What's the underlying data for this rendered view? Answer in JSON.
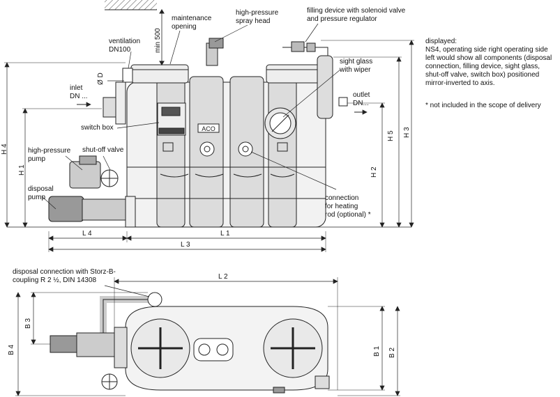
{
  "labels": {
    "maintenance_opening_1": "maintenance",
    "maintenance_opening_2": "opening",
    "high_pressure_spray_1": "high-pressure",
    "high_pressure_spray_2": "spray head",
    "filling_device_1": "filling device with solenoid valve",
    "filling_device_2": "and pressure regulator",
    "ventilation_1": "ventilation",
    "ventilation_2": "DN100",
    "min500": "min 500",
    "dia_d": "Ø D",
    "inlet_1": "inlet",
    "inlet_2": "DN ...",
    "sight_glass_1": "sight glass",
    "sight_glass_2": "with wiper",
    "outlet_1": "outlet",
    "outlet_2": "DN...",
    "switch_box": "switch box",
    "hp_pump_1": "high-pressure",
    "hp_pump_2": "pump",
    "shutoff_valve": "shut-off valve",
    "disposal_pump_1": "disposal",
    "disposal_pump_2": "pump",
    "connection_1": "connection",
    "connection_2": "for heating",
    "connection_3": "rod (optional) *",
    "storz_1": "disposal connection with Storz-B-",
    "storz_2": "coupling R 2 ½, DIN 14308",
    "brand": "ACO"
  },
  "dimensions": {
    "h4": "H 4",
    "h1": "H 1",
    "h2": "H 2",
    "h5": "H 5",
    "h3": "H 3",
    "l4": "L 4",
    "l1": "L 1",
    "l3": "L 3",
    "l2": "L 2",
    "b3": "B 3",
    "b4": "B 4",
    "b1": "B 1",
    "b2": "B 2"
  },
  "notes": {
    "displayed_title": "displayed:",
    "displayed_text": "NS4, operating side right operating side left would show all components (disposal connection, filling device, sight glass, shut-off valve, switch box) positioned mirror-inverted to axis.",
    "footnote": "* not included in the scope of delivery"
  }
}
